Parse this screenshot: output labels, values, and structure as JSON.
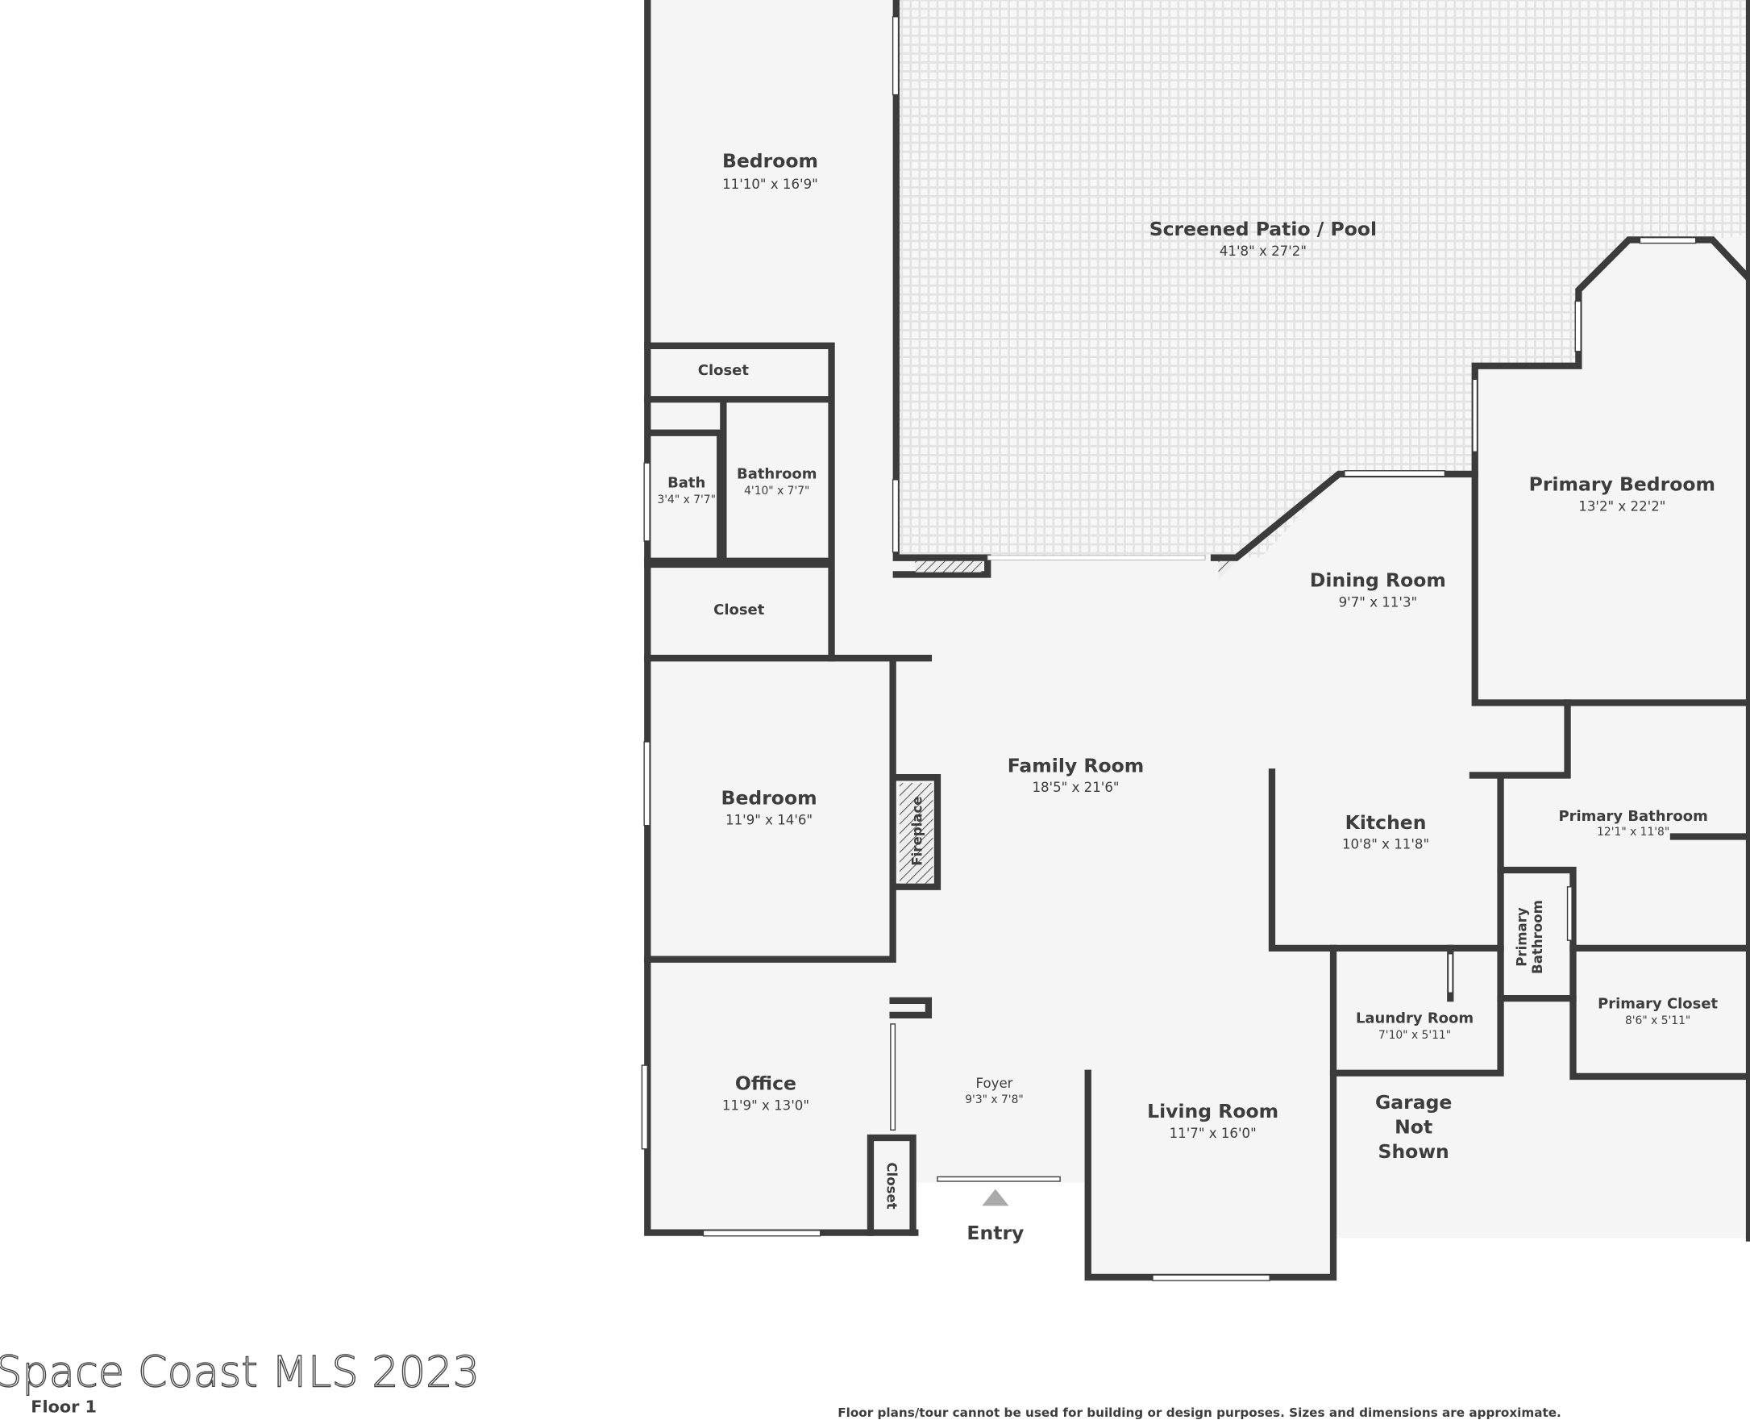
{
  "rooms": {
    "bedroom1": {
      "name": "Bedroom",
      "dims": "11'10\" x 16'9\""
    },
    "patio": {
      "name": "Screened Patio / Pool",
      "dims": "41'8\" x 27'2\""
    },
    "closet1": {
      "name": "Closet"
    },
    "bath": {
      "name": "Bath",
      "dims": "3'4\" x 7'7\""
    },
    "bathroom": {
      "name": "Bathroom",
      "dims": "4'10\" x 7'7\""
    },
    "closet2": {
      "name": "Closet"
    },
    "primary_bedroom": {
      "name": "Primary Bedroom",
      "dims": "13'2\" x 22'2\""
    },
    "dining": {
      "name": "Dining Room",
      "dims": "9'7\" x 11'3\""
    },
    "family": {
      "name": "Family Room",
      "dims": "18'5\" x 21'6\""
    },
    "bedroom2": {
      "name": "Bedroom",
      "dims": "11'9\" x 14'6\""
    },
    "fireplace": {
      "name": "Fireplace"
    },
    "kitchen": {
      "name": "Kitchen",
      "dims": "10'8\" x 11'8\""
    },
    "primary_bathroom": {
      "name": "Primary Bathroom",
      "dims": "12'1\" x 11'8\""
    },
    "primary_bathroom_small": {
      "line1": "Primary",
      "line2": "Bathroom"
    },
    "laundry": {
      "name": "Laundry Room",
      "dims": "7'10\" x 5'11\""
    },
    "primary_closet": {
      "name": "Primary Closet",
      "dims": "8'6\" x 5'11\""
    },
    "office": {
      "name": "Office",
      "dims": "11'9\" x 13'0\""
    },
    "foyer": {
      "name": "Foyer",
      "dims": "9'3\" x 7'8\""
    },
    "closet3": {
      "name": "Closet"
    },
    "living": {
      "name": "Living Room",
      "dims": "11'7\" x 16'0\""
    },
    "garage": {
      "line1": "Garage",
      "line2": "Not",
      "line3": "Shown"
    }
  },
  "entry_label": "Entry",
  "watermark": "Space Coast MLS 2023",
  "floor_label": "Floor 1",
  "disclaimer": "Floor plans/tour cannot be used for building or design purposes. Sizes and dimensions are approximate."
}
